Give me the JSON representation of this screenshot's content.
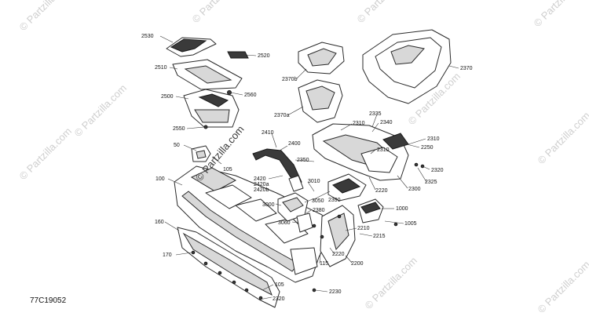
{
  "diagram_code": "77C19052",
  "watermark_text": "© Partzilla.com",
  "callouts": [
    "2530",
    "2520",
    "2510",
    "2500",
    "2560",
    "2550",
    "50",
    "105",
    "100",
    "160",
    "170",
    "105",
    "2320",
    "2230",
    "2410",
    "2400",
    "2420",
    "2420a",
    "2420b",
    "3010",
    "3000",
    "3050",
    "2380",
    "3060",
    "2390",
    "115",
    "2220",
    "2200",
    "1005",
    "2210",
    "2215",
    "1000",
    "2350",
    "2310",
    "2335",
    "2340",
    "2250",
    "2310",
    "2310",
    "2320",
    "2325",
    "2300",
    "2220",
    "2370b",
    "2370a",
    "2370"
  ]
}
